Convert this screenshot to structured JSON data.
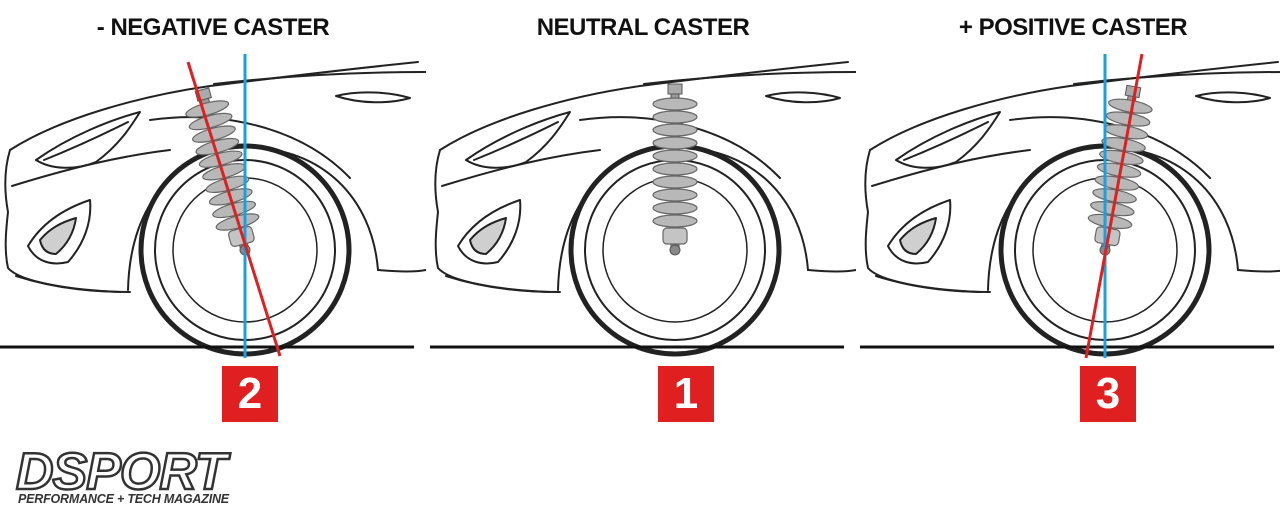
{
  "panels": [
    {
      "title": "- NEGATIVE CASTER",
      "badge": "2",
      "caster": "negative"
    },
    {
      "title": "NEUTRAL CASTER",
      "badge": "1",
      "caster": "neutral"
    },
    {
      "title": "+ POSITIVE CASTER",
      "badge": "3",
      "caster": "positive"
    }
  ],
  "logo": {
    "wordmark": "DSPORT",
    "tagline": "PERFORMANCE + TECH MAGAZINE"
  },
  "colors": {
    "caster_line": "#e02020",
    "vertical_line": "#1aa0e0",
    "badge": "#e02020",
    "outline": "#222222",
    "spring": "#b8b8b8"
  }
}
